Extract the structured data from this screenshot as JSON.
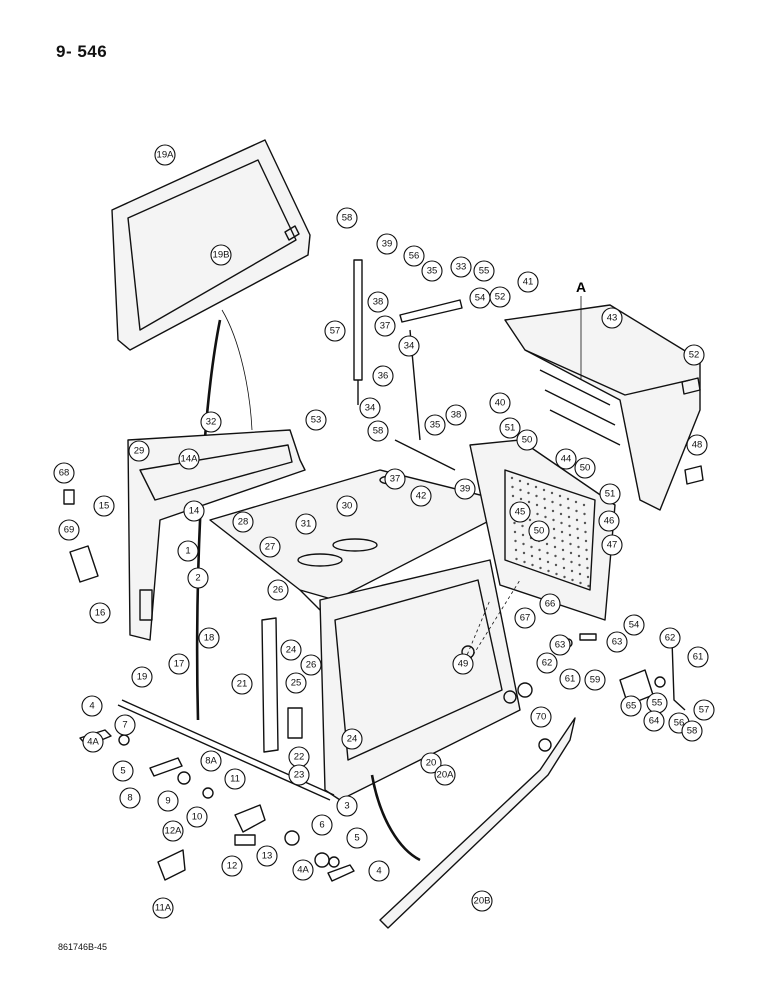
{
  "page": {
    "page_number": "9- 546",
    "figure_code": "861746B-45",
    "section_marker": "A"
  },
  "callouts": [
    "19A",
    "19B",
    "58",
    "39",
    "56",
    "35",
    "33",
    "55",
    "54",
    "52",
    "41",
    "43",
    "57",
    "38",
    "37",
    "34",
    "36",
    "52",
    "48",
    "32",
    "53",
    "34",
    "35",
    "38",
    "58",
    "40",
    "51",
    "50",
    "44",
    "50",
    "29",
    "14A",
    "68",
    "14",
    "15",
    "69",
    "28",
    "30",
    "31",
    "27",
    "37",
    "42",
    "39",
    "45",
    "51",
    "50",
    "46",
    "47",
    "1",
    "2",
    "16",
    "26",
    "66",
    "67",
    "54",
    "63",
    "62",
    "18",
    "24",
    "26",
    "25",
    "49",
    "63",
    "62",
    "61",
    "17",
    "19",
    "21",
    "59",
    "55",
    "61",
    "4",
    "7",
    "8A",
    "4A",
    "5",
    "8",
    "9",
    "11",
    "10",
    "22",
    "23",
    "24",
    "20",
    "20A",
    "70",
    "65",
    "64",
    "56",
    "57",
    "58",
    "3",
    "12A",
    "6",
    "12",
    "13",
    "5",
    "4A",
    "4",
    "11A",
    "20B"
  ]
}
